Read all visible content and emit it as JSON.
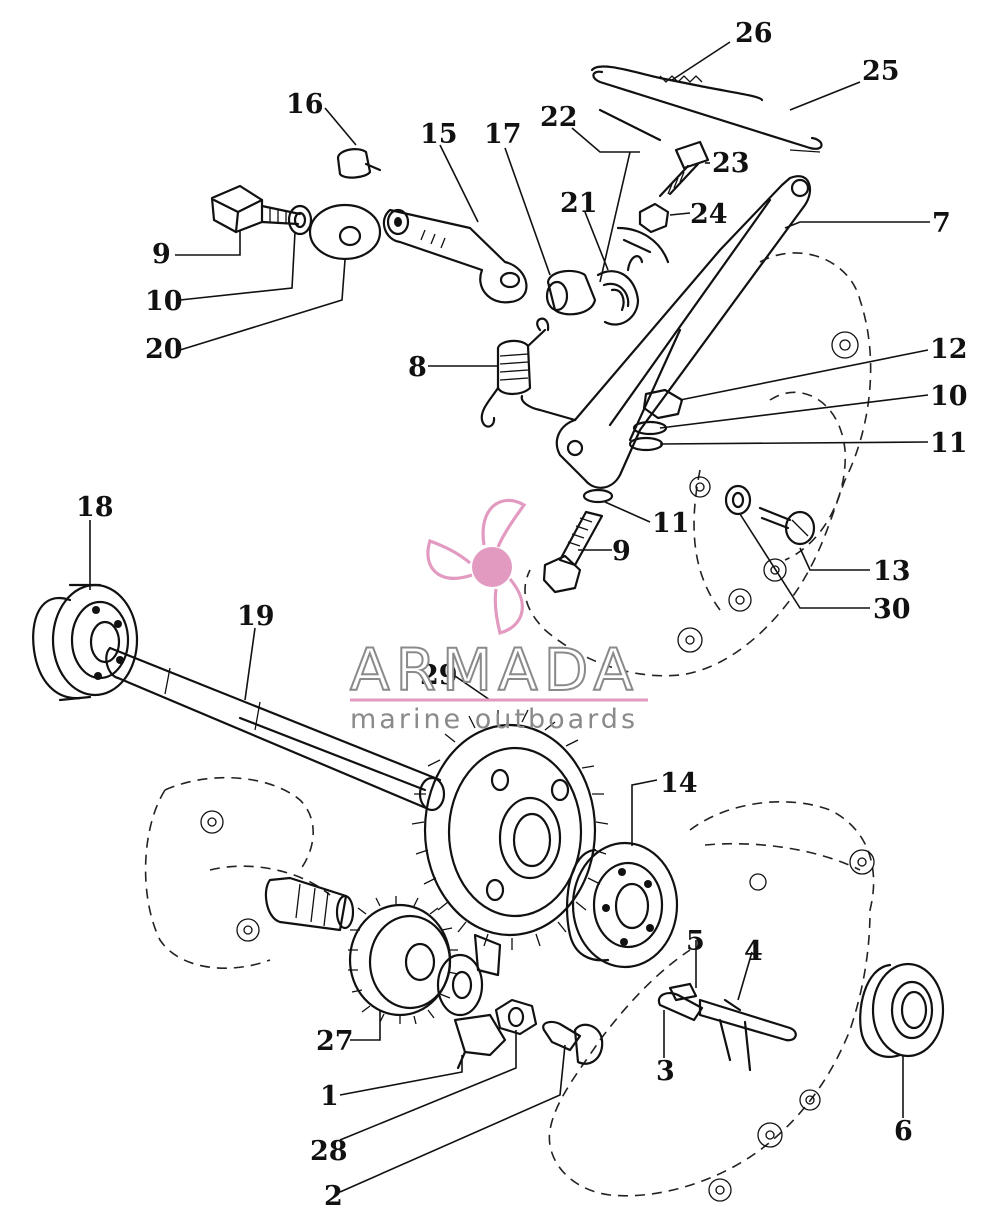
{
  "labels": {
    "l1": "1",
    "l2": "2",
    "l3": "3",
    "l4": "4",
    "l5": "5",
    "l6": "6",
    "l7": "7",
    "l8": "8",
    "l9a": "9",
    "l9b": "9",
    "l10a": "10",
    "l10b": "10",
    "l11a": "11",
    "l11b": "11",
    "l12": "12",
    "l13": "13",
    "l14": "14",
    "l15": "15",
    "l16": "16",
    "l17": "17",
    "l18": "18",
    "l19": "19",
    "l20": "20",
    "l21": "21",
    "l22": "22",
    "l23": "23",
    "l24": "24",
    "l25": "25",
    "l26": "26",
    "l27": "27",
    "l28": "28",
    "l29": "29",
    "l30": "30"
  },
  "watermark": {
    "brand": "ARMADA",
    "tagline": "marine outboards",
    "accent_color": "#e39ac1"
  }
}
